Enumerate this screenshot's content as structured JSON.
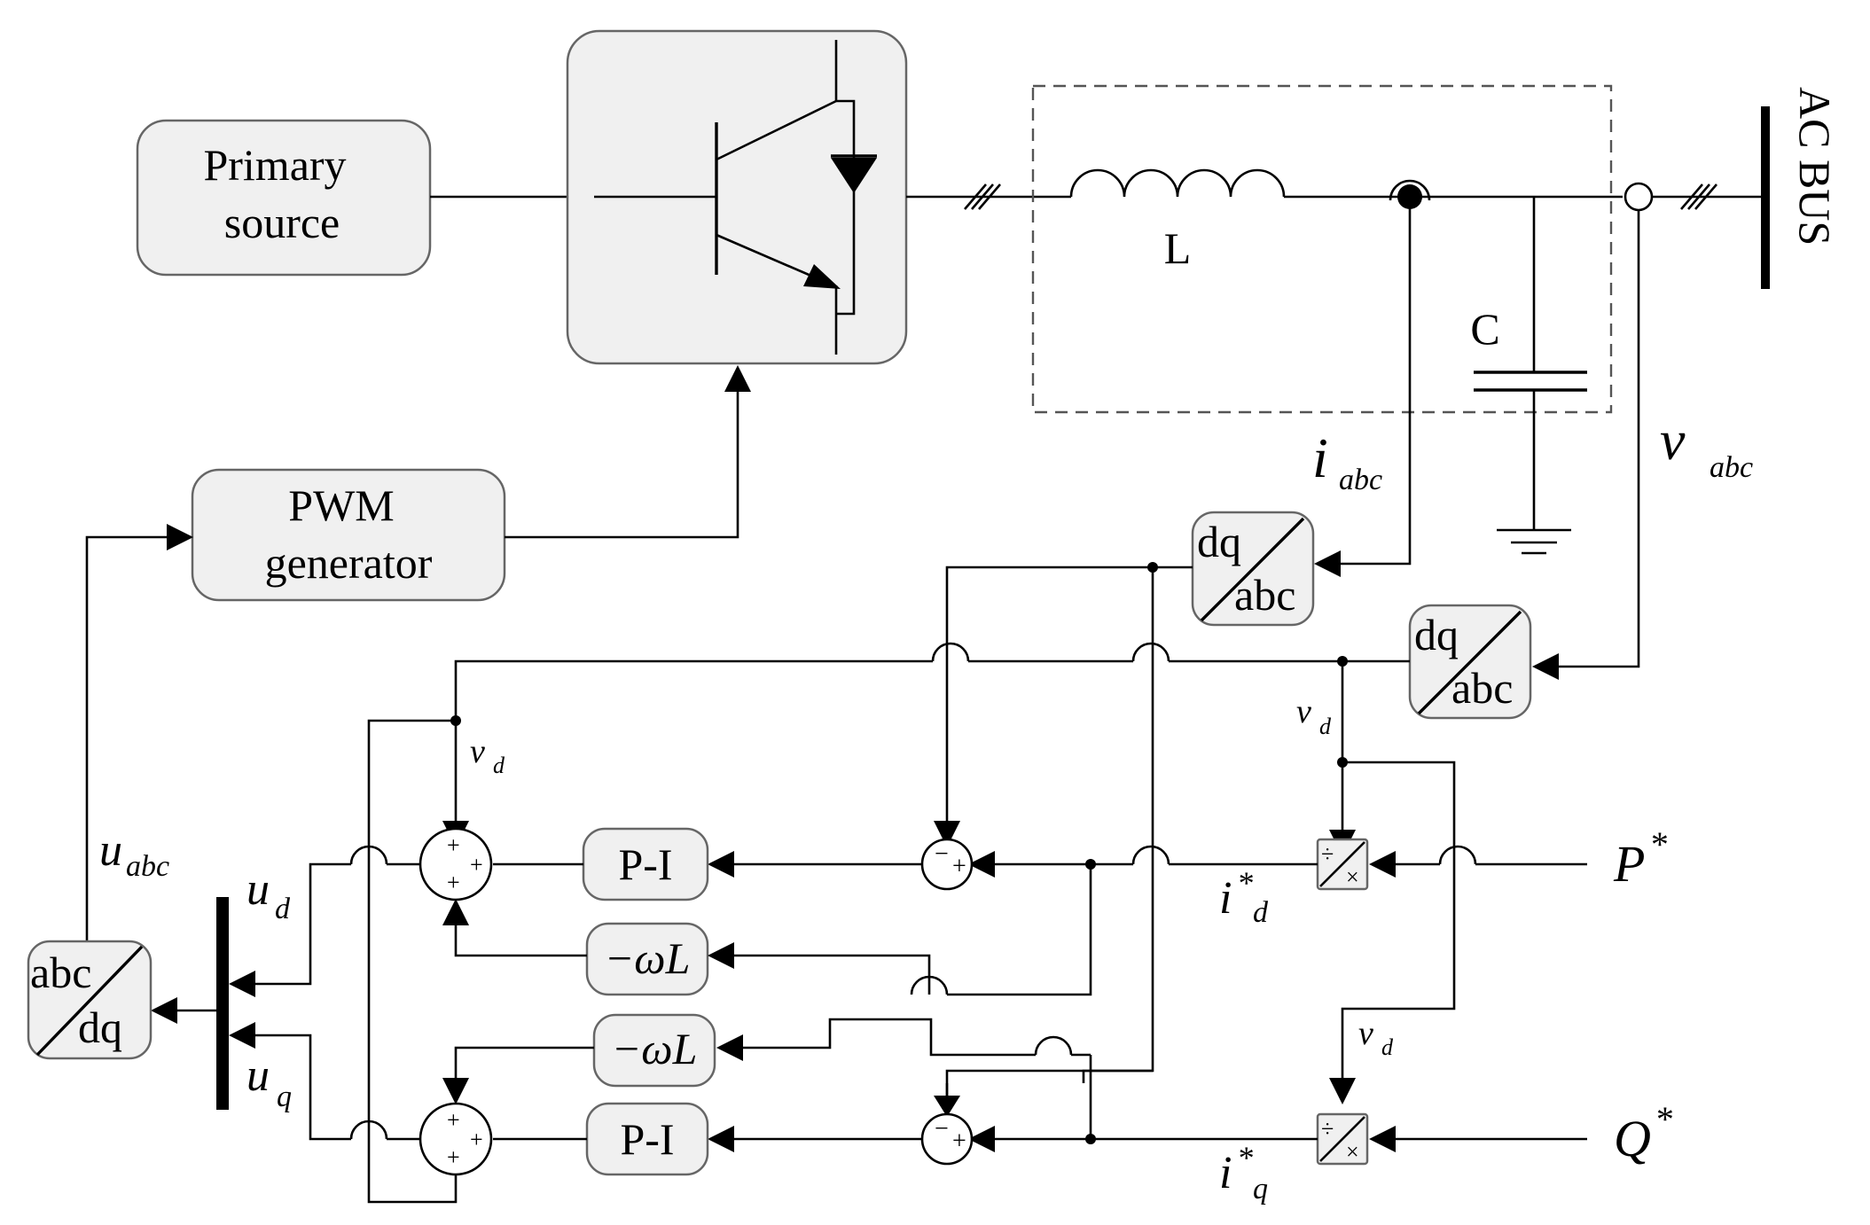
{
  "blocks": {
    "primary_source": [
      "Primary",
      "source"
    ],
    "pwm_generator": [
      "PWM",
      "generator"
    ],
    "pi_d": "P-I",
    "pi_q": "P-I",
    "wl_top": "−ωL",
    "wl_bottom": "−ωL",
    "dq_abc_current": [
      "dq",
      "abc"
    ],
    "dq_abc_voltage": [
      "dq",
      "abc"
    ],
    "abc_dq_output": [
      "abc",
      "dq"
    ],
    "divider_symbol": "÷",
    "multiplier_symbol": "×"
  },
  "filter": {
    "inductor_label": "L",
    "capacitor_label": "C"
  },
  "bus_label": "AC BUS",
  "signals": {
    "i_abc": {
      "main": "i",
      "sub": "abc"
    },
    "v_abc": {
      "main": "v",
      "sub": "abc"
    },
    "u_abc": {
      "main": "u",
      "sub": "abc"
    },
    "u_d": {
      "main": "u",
      "sub": "d"
    },
    "u_q": {
      "main": "u",
      "sub": "q"
    },
    "v_d": {
      "main": "v",
      "sub": "d"
    },
    "i_d_ref": {
      "main": "i",
      "sup": "*",
      "sub": "d"
    },
    "i_q_ref": {
      "main": "i",
      "sup": "*",
      "sub": "q"
    },
    "p_ref": {
      "main": "P",
      "sup": "*"
    },
    "q_ref": {
      "main": "Q",
      "sup": "*"
    }
  },
  "sum_signs": {
    "plus": "+",
    "minus": "−"
  }
}
